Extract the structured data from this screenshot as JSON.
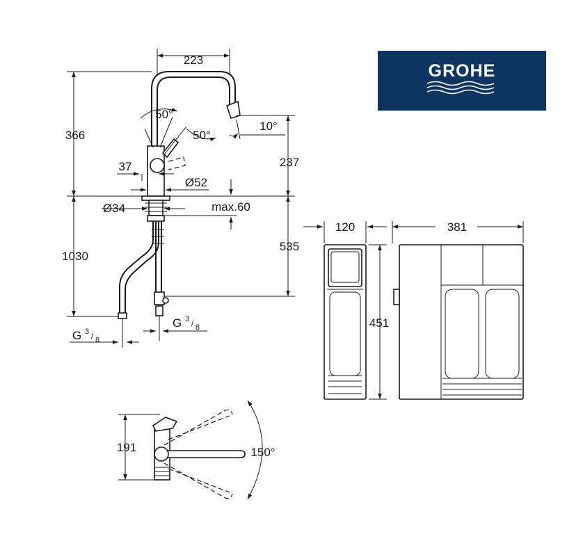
{
  "brand": {
    "name": "GROHE",
    "bg_color": "#0e3461",
    "fg_color": "#ffffff"
  },
  "dimensions": {
    "spout_reach": "223",
    "height_to_spout": "366",
    "swivel_angle_top": "50°",
    "swivel_angle_lever": "50°",
    "spray_angle": "10°",
    "lever_offset": "37",
    "body_diameter": "Ø52",
    "outlet_height": "237",
    "hole_diameter": "Ø34",
    "max_deck": "max.60",
    "hose_length": "1030",
    "depth_below": "535",
    "connection_left": {
      "main": "G",
      "num": "3",
      "den": "8"
    },
    "connection_right": {
      "main": "G",
      "num": "3",
      "den": "8"
    },
    "filter_width": "120",
    "filter_height": "451",
    "unit_width": "381",
    "top_view_height": "191",
    "top_view_angle": "150°"
  }
}
